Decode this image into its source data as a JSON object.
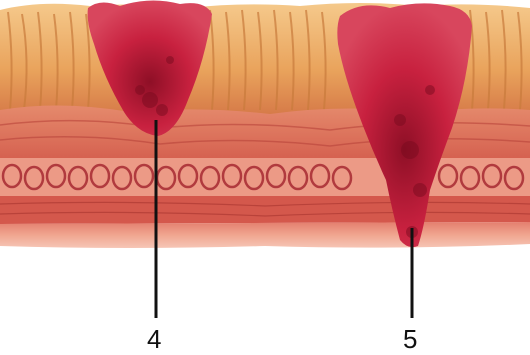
{
  "callouts": [
    {
      "id": "4",
      "label": "4"
    },
    {
      "id": "5",
      "label": "5"
    }
  ],
  "colors": {
    "mucosa": "#e9a35c",
    "villi_dark": "#c97b3c",
    "lesion": "#c8213f",
    "lesion_dark": "#8e0f26",
    "submucosa": "#e58a6c",
    "glands": "#b13a3e",
    "muscle": "#d4584c",
    "serosa": "#f0a690",
    "leader": "#111111"
  }
}
